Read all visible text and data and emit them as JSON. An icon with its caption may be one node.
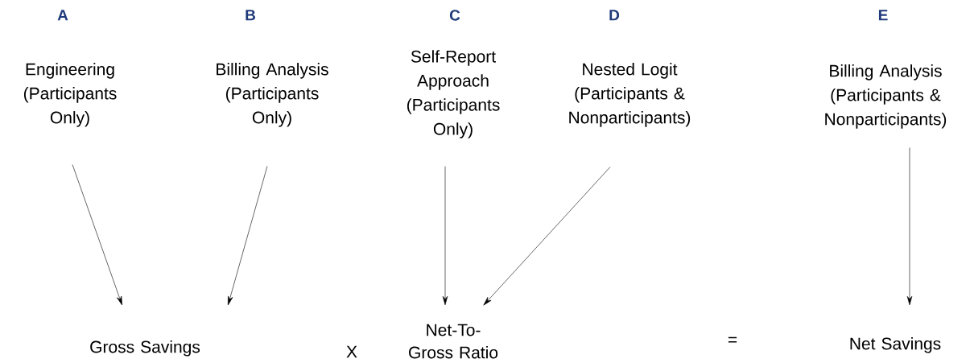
{
  "diagram": {
    "nodes": [
      {
        "text": [
          "A",
          "Engineering (Participants Only)"
        ]
      },
      {
        "text": [
          "B",
          "Billing Analysis (Participants Only)"
        ]
      },
      {
        "text": [
          "C",
          "Self-Report Approach (Participants Only)"
        ]
      },
      {
        "text": [
          "D",
          "Nested Logit (Participants & Nonparticipants)"
        ]
      },
      {
        "text": [
          "E",
          "Billing Analysis (Participants & Nonparticipants)"
        ]
      },
      {
        "text": [
          "Gross Savings"
        ]
      },
      {
        "text": [
          "Net-To-Gross Ratio"
        ]
      },
      {
        "text": [
          "Net Savings"
        ]
      }
    ],
    "edges": [
      {
        "from": 0,
        "to": 5,
        "arrow": "to"
      },
      {
        "from": 1,
        "to": 5,
        "arrow": "to"
      },
      {
        "from": 2,
        "to": 6,
        "arrow": "to"
      },
      {
        "from": 3,
        "to": 6,
        "arrow": "to"
      },
      {
        "from": 4,
        "to": 7,
        "arrow": "to"
      }
    ],
    "labels": [
      "X",
      "="
    ]
  }
}
